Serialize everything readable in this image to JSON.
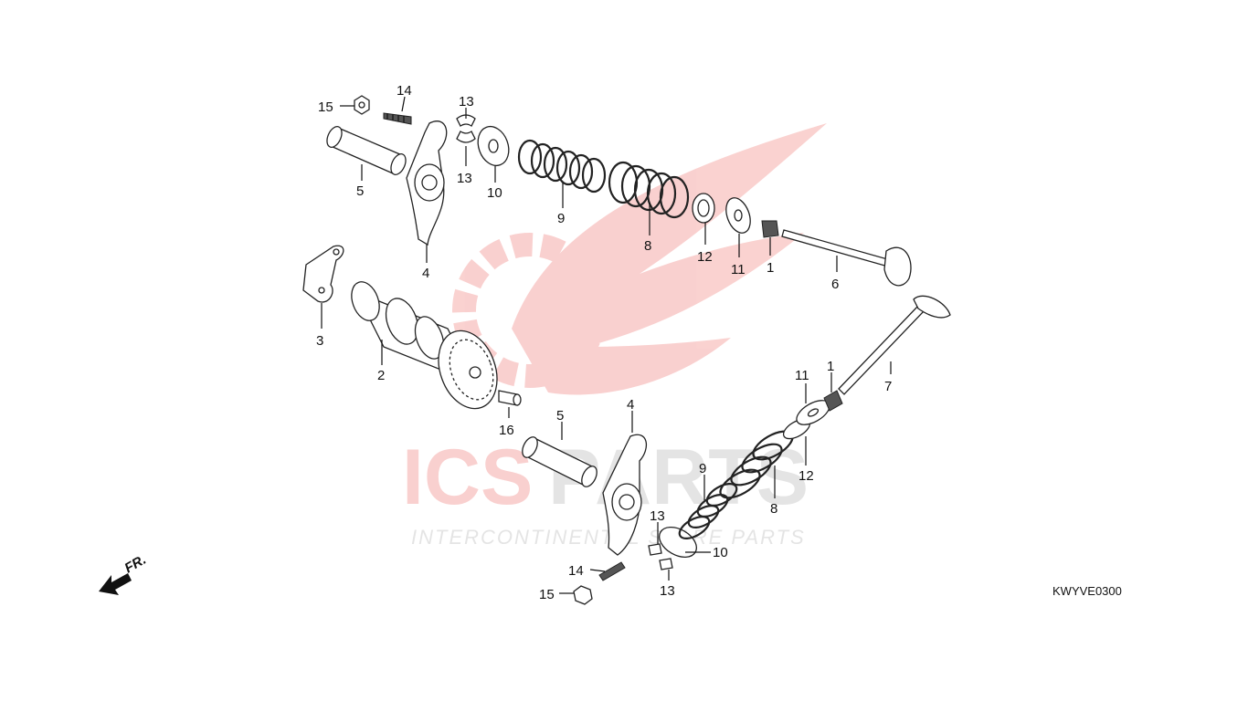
{
  "diagram_code": "KWYVE0300",
  "front_arrow_label": "FR.",
  "watermark": {
    "brand": "ICSPARTS",
    "brand_left": "ICS",
    "brand_right": "PARTS",
    "tagline": "INTERCONTINENTAL SPARE PARTS",
    "color": "#e8302a"
  },
  "callouts": {
    "c15a": "15",
    "c14a": "14",
    "c13a": "13",
    "c13b": "13",
    "c5a": "5",
    "c4a": "4",
    "c10a": "10",
    "c9a": "9",
    "c8a": "8",
    "c12a": "12",
    "c11a": "11",
    "c1a": "1",
    "c6": "6",
    "c3": "3",
    "c2": "2",
    "c16": "16",
    "c5b": "5",
    "c4b": "4",
    "c11b": "11",
    "c1b": "1",
    "c7": "7",
    "c12b": "12",
    "c9b": "9",
    "c8b": "8",
    "c13c": "13",
    "c13d": "13",
    "c10b": "10",
    "c14b": "14",
    "c15b": "15"
  }
}
